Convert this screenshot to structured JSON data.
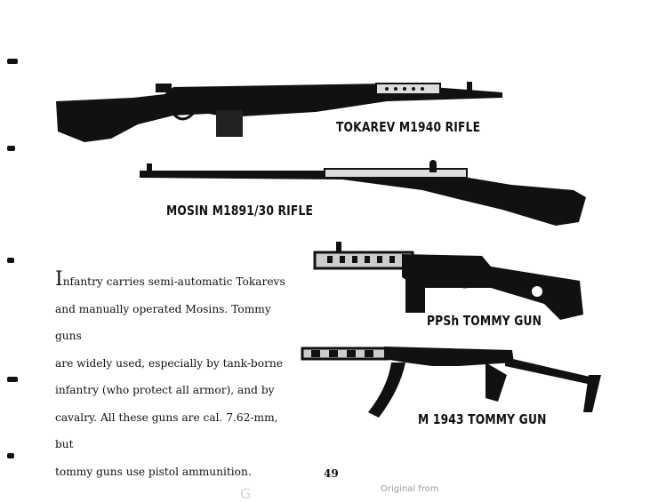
{
  "weapons": [
    {
      "label": "TOKAREV M1940 RIFLE"
    },
    {
      "label": "MOSIN M1891/30 RIFLE"
    },
    {
      "label": "PPSh TOMMY GUN"
    },
    {
      "label": "M 1943 TOMMY GUN"
    }
  ],
  "paragraph": {
    "dropcap": "I",
    "lines": [
      "nfantry carries semi-automatic Tokarevs",
      "and manually operated Mosins. Tommy guns",
      "are widely used, especially by tank-borne",
      "infantry (who protect all armor), and by",
      "cavalry. All these guns are cal. 7.62-mm, but",
      "tommy guns use pistol ammunition."
    ]
  },
  "page_number": "49",
  "footer": {
    "left": "G",
    "right": "Original from"
  }
}
